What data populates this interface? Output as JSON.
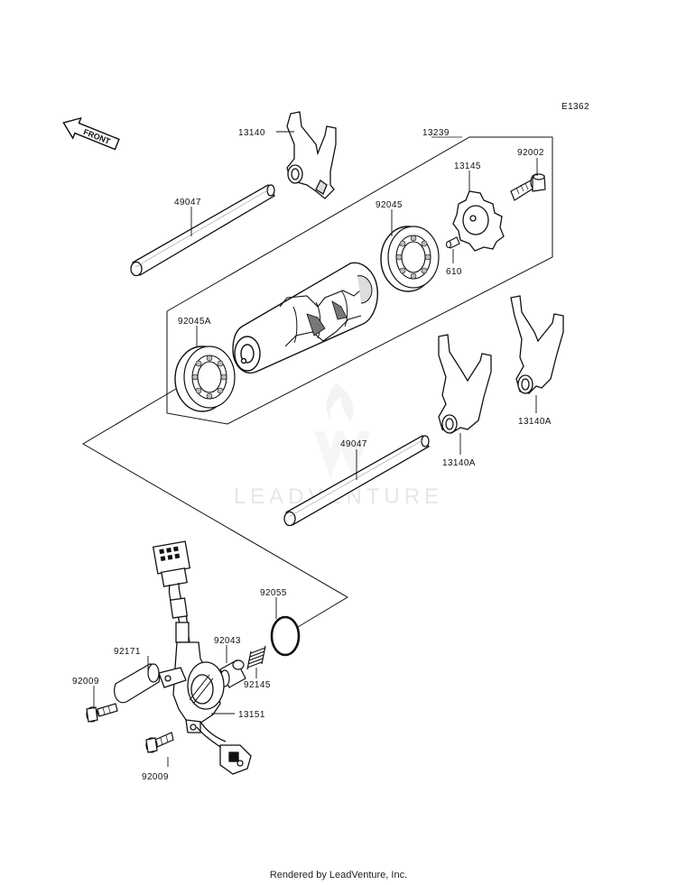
{
  "diagram_code": "E1362",
  "front_label": "FRONT",
  "labels": {
    "p13140": "13140",
    "p13239": "13239",
    "p49047_top": "49047",
    "p92045": "92045",
    "p13145": "13145",
    "p92002": "92002",
    "p610": "610",
    "p92045A": "92045A",
    "p13140A_right": "13140A",
    "p13140A_mid": "13140A",
    "p49047_bottom": "49047",
    "p92055": "92055",
    "p92043": "92043",
    "p92171": "92171",
    "p92009_top": "92009",
    "p92145": "92145",
    "p13151": "13151",
    "p92009_bottom": "92009"
  },
  "watermark": "LEADVENTURE",
  "footer": "Rendered by LeadVenture, Inc."
}
